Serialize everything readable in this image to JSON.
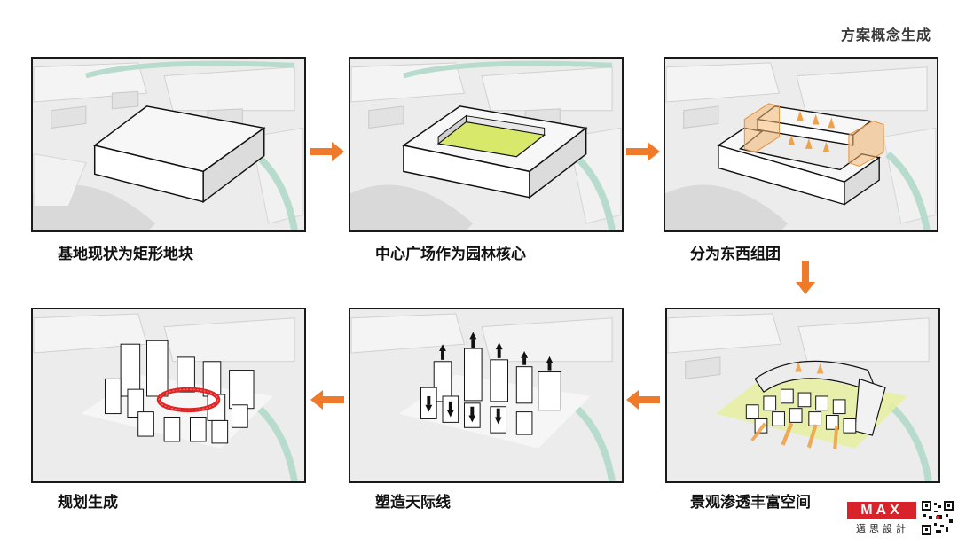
{
  "header": {
    "title": "方案概念生成"
  },
  "steps": [
    {
      "caption": "基地现状为矩形地块"
    },
    {
      "caption": "中心广场作为园林核心"
    },
    {
      "caption": "分为东西组团"
    },
    {
      "caption": "景观渗透丰富空间"
    },
    {
      "caption": "塑造天际线"
    },
    {
      "caption": "规划生成"
    }
  ],
  "logo": {
    "mark": "MAX",
    "sub": "邁思設計"
  },
  "colors": {
    "arrow": "#ee7a2a",
    "ground": "#ececec",
    "road": "#cfcfcf",
    "water": "#b7dccd",
    "courtyard": "#d7e86a",
    "highlight": "#e02424",
    "outline": "#1a1a1a"
  }
}
